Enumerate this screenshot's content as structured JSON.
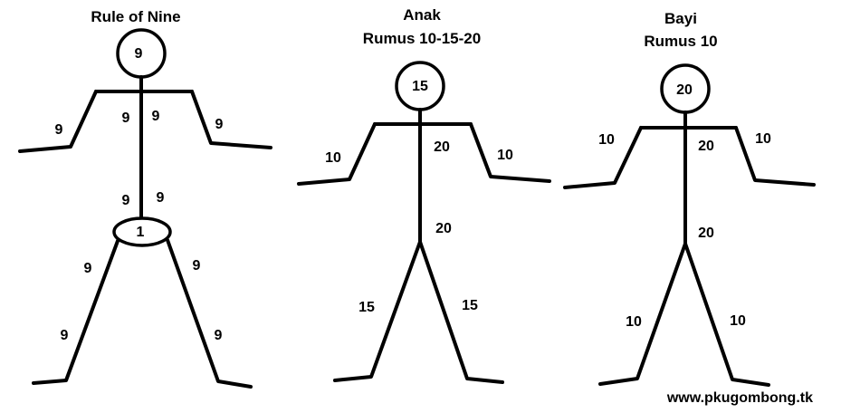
{
  "figures": {
    "adult": {
      "title": "Rule of Nine",
      "head": "9",
      "chest_left": "9",
      "chest_right": "9",
      "arm_left": "9",
      "arm_right": "9",
      "back_left": "9",
      "back_right": "9",
      "genital": "1",
      "thigh_left": "9",
      "thigh_right": "9",
      "shin_left": "9",
      "shin_right": "9"
    },
    "child": {
      "title": "Anak",
      "subtitle": "Rumus 10-15-20",
      "head": "15",
      "arm_left": "10",
      "arm_right": "10",
      "trunk_front": "20",
      "trunk_back": "20",
      "leg_left": "15",
      "leg_right": "15"
    },
    "baby": {
      "title": "Bayi",
      "subtitle": "Rumus 10",
      "head": "20",
      "arm_left": "10",
      "arm_right": "10",
      "trunk_front": "20",
      "trunk_back": "20",
      "leg_left": "10",
      "leg_right": "10"
    }
  },
  "website": "www.pkugombong.tk"
}
